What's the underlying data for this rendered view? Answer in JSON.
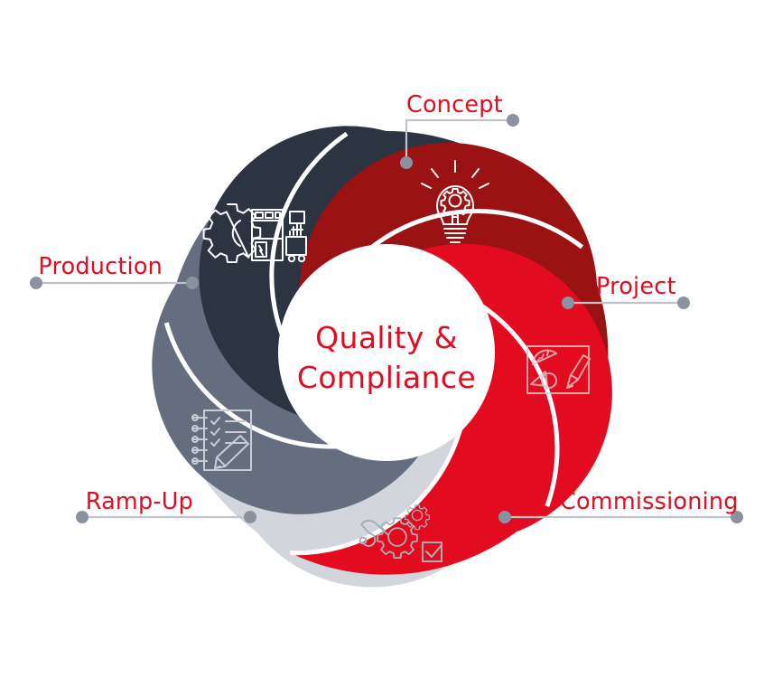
{
  "diagram": {
    "type": "cycle-swirl",
    "center": {
      "line1": "Quality &",
      "line2": "Compliance",
      "color": "#E30B20"
    },
    "background": "#FFFFFF",
    "connector": {
      "line_color": "#BFC3CC",
      "dot_color": "#8B919E"
    },
    "segments": [
      {
        "id": "concept",
        "label": "Concept",
        "color": "#E30B20",
        "icon": "lightbulb-gear-icon",
        "label_color": "#E30B20",
        "order": 1
      },
      {
        "id": "project",
        "label": "Project",
        "color": "#9B1215",
        "icon": "drafting-tools-icon",
        "label_color": "#E30B20",
        "order": 2
      },
      {
        "id": "commissioning",
        "label": "Commissioning",
        "color": "#2C3442",
        "icon": "wrench-gears-checkbox-icon",
        "label_color": "#E30B20",
        "order": 3
      },
      {
        "id": "ramp-up",
        "label": "Ramp-Up",
        "color": "#656E7E",
        "icon": "checklist-pencil-icon",
        "label_color": "#E30B20",
        "order": 4
      },
      {
        "id": "production",
        "label": "Production",
        "color": "#D2D5DC",
        "icon": "gear-factory-icon",
        "label_color": "#E30B20",
        "order": 5
      }
    ]
  }
}
